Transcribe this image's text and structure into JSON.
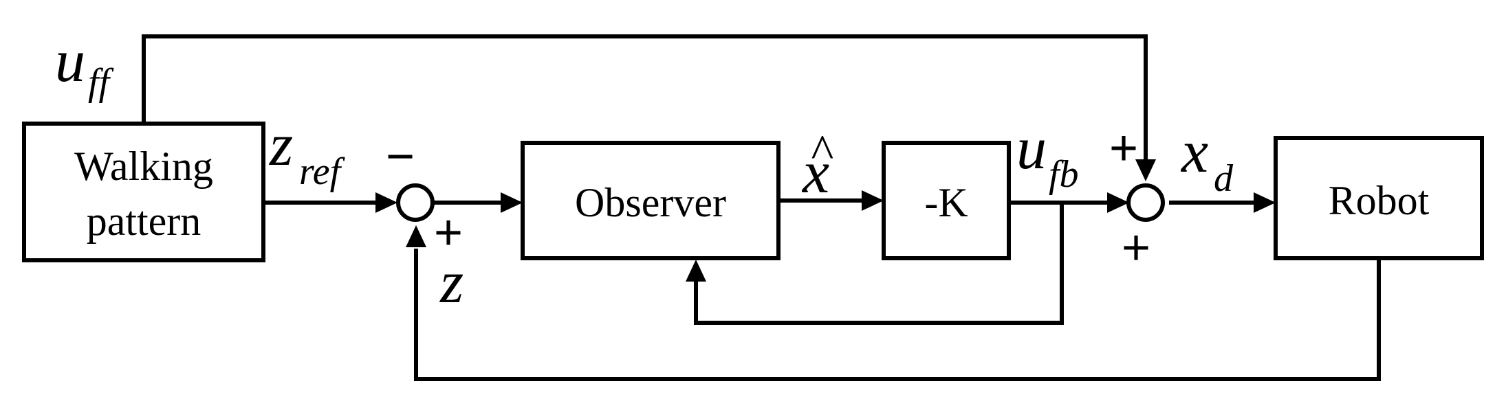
{
  "blocks": {
    "walking_pattern": [
      "Walking",
      "pattern"
    ],
    "observer": "Observer",
    "gain": "-K",
    "robot": "Robot"
  },
  "signals": {
    "u_ff": {
      "main": "u",
      "sub": "ff"
    },
    "z_ref": {
      "main": "z",
      "sub": "ref"
    },
    "x_hat": {
      "main": "x",
      "accent": "^"
    },
    "u_fb": {
      "main": "u",
      "sub": "fb"
    },
    "x_d": {
      "main": "x",
      "sub": "d"
    },
    "z": {
      "main": "z"
    }
  },
  "signs": {
    "sum1_top": "−",
    "sum1_bottom": "+",
    "sum2_top": "+",
    "sum2_bottom": "+"
  }
}
